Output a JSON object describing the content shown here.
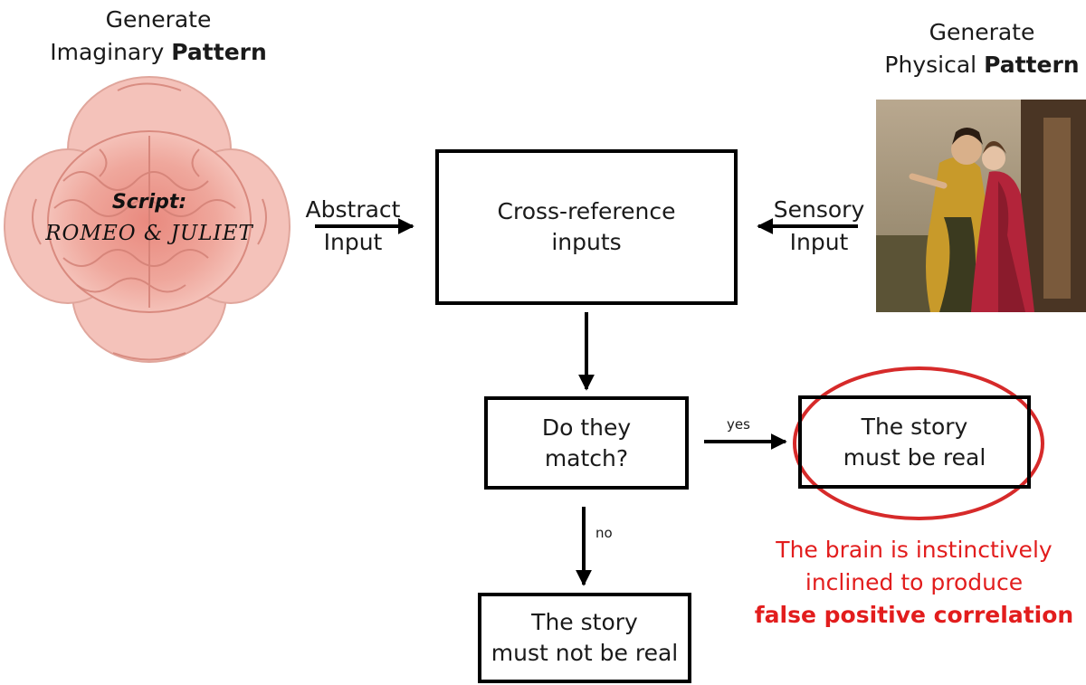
{
  "imaginary": {
    "line1": "Generate",
    "line2": "Imaginary ",
    "bold": "Pattern"
  },
  "physical": {
    "line1": "Generate",
    "line2": "Physical ",
    "bold": "Pattern"
  },
  "brain": {
    "script_label": "Script:",
    "title": "ROMEO & JULIET"
  },
  "abstract_input": {
    "line1": "Abstract",
    "line2": "Input"
  },
  "sensory_input": {
    "line1": "Sensory",
    "line2": "Input"
  },
  "boxes": {
    "cross_reference": {
      "line1": "Cross-reference",
      "line2": "inputs"
    },
    "match": {
      "line1": "Do they",
      "line2": "match?"
    },
    "real": {
      "line1": "The story",
      "line2": "must be real"
    },
    "not_real": {
      "line1": "The story",
      "line2": "must not be real"
    }
  },
  "edge_labels": {
    "yes": "yes",
    "no": "no"
  },
  "note": {
    "line1": "The brain is instinctively",
    "line2": "inclined to produce",
    "bold": "false positive correlation",
    "color": "#e21d1d"
  }
}
